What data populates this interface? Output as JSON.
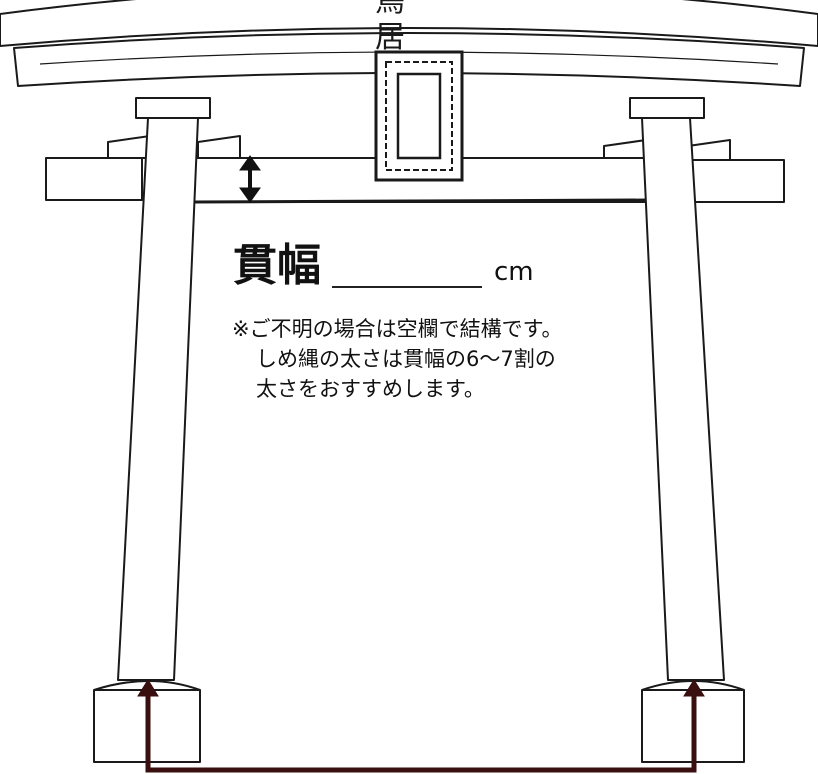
{
  "title": "鳥 居",
  "nuki": {
    "label": "貫幅",
    "unit": "cm"
  },
  "note": {
    "line1": "※ご不明の場合は空欄で結構です。",
    "line2": "しめ縄の太さは貫幅の6〜7割の",
    "line3": "太さをおすすめします。"
  },
  "colors": {
    "line": "#1a1a1a",
    "arrow": "#3a0f0f",
    "background": "#ffffff"
  }
}
